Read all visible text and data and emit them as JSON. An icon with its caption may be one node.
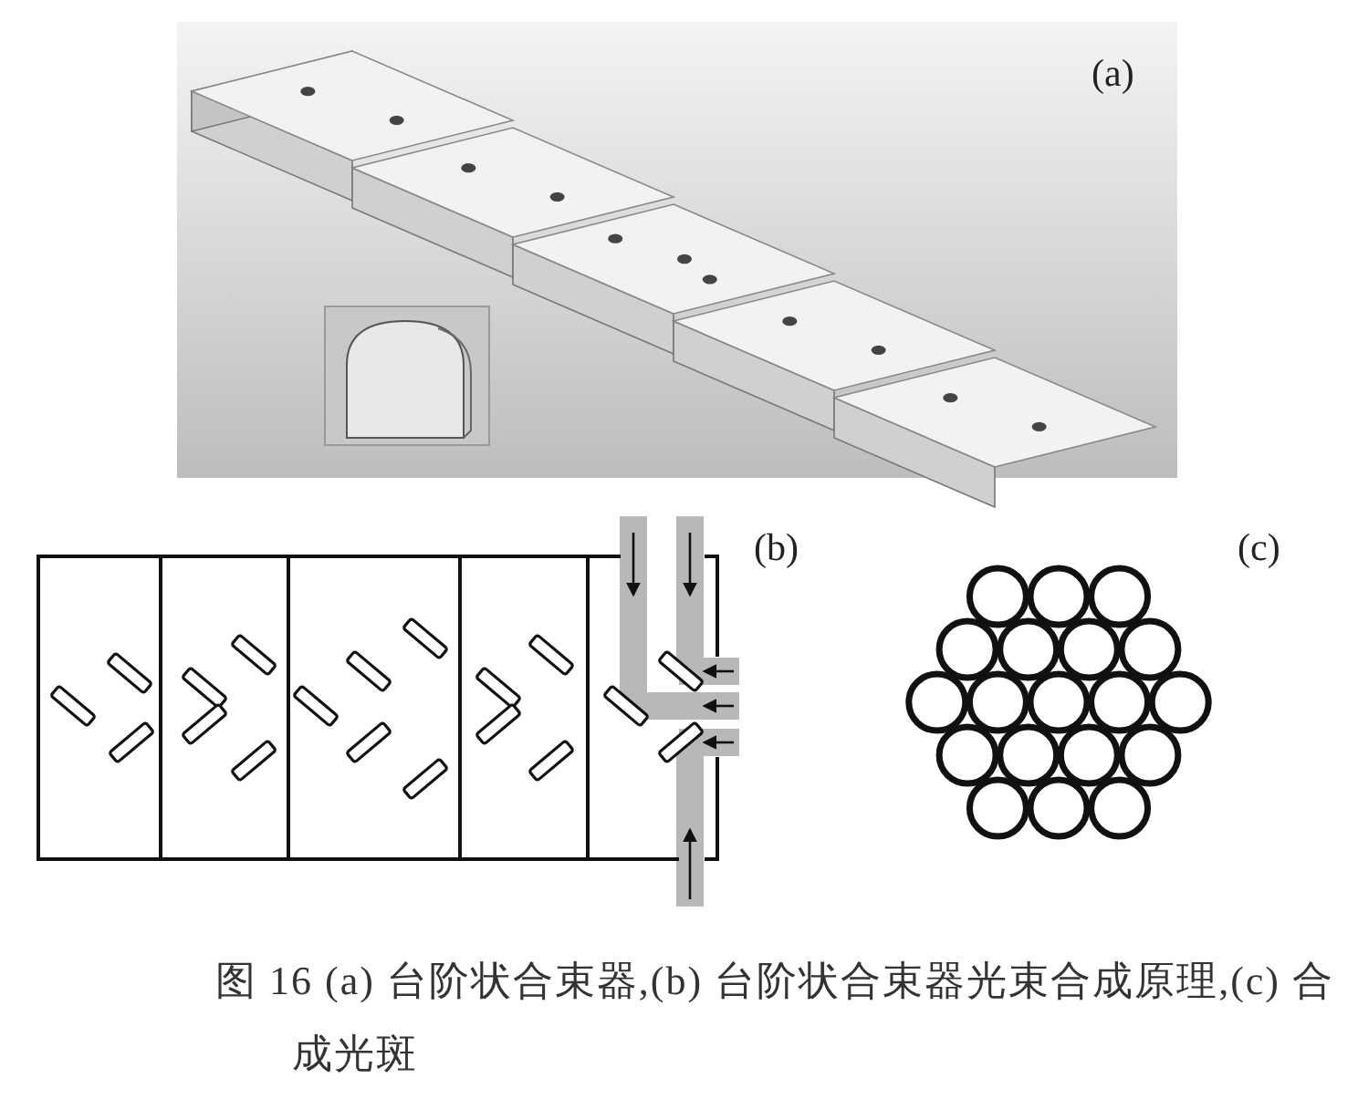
{
  "diagram": {
    "caption": "图 16 (a) 台阶状合束器,(b) 台阶状合束器光束合成原理,(c) 合成光斑",
    "labels": [
      "(a)",
      "(b)",
      "(c)"
    ]
  }
}
